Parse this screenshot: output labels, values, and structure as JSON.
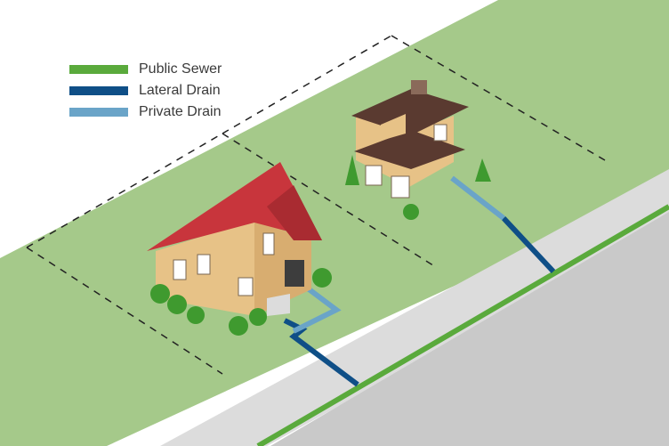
{
  "legend": [
    {
      "label": "Public Sewer",
      "color": "#5aaa3c"
    },
    {
      "label": "Lateral Drain",
      "color": "#0f4f87"
    },
    {
      "label": "Private Drain",
      "color": "#6aa4c8"
    }
  ],
  "colors": {
    "grass": "#a5c98a",
    "sidewalk": "#dadada",
    "road": "#c9c9c9",
    "roof_red": "#c8353c",
    "roof_brown": "#5a3a30",
    "wall": "#e7c287",
    "bush": "#3f9a2f"
  },
  "icons": [
    "house-icon",
    "villa-icon",
    "bush-icon"
  ]
}
